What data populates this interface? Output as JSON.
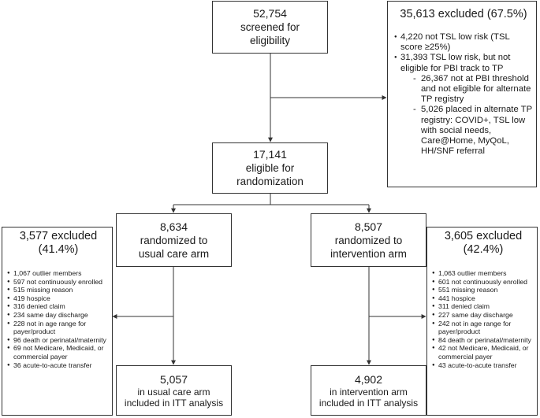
{
  "screened": {
    "count": "52,754",
    "label1": "screened for",
    "label2": "eligibility"
  },
  "excluded_top": {
    "title": "35,613 excluded (67.5%)",
    "items": [
      {
        "text": "4,220 not TSL low risk (TSL score ≥25%)",
        "sub": []
      },
      {
        "text": "31,393 TSL low risk, but not eligible for PBI track to TP",
        "sub": [
          "26,367 not at PBI threshold and not eligible for alternate TP registry",
          "5,026 placed in alternate TP registry: COVID+, TSL low with social needs, Care@Home, MyQoL, HH/SNF referral"
        ]
      }
    ]
  },
  "eligible": {
    "count": "17,141",
    "label1": "eligible for",
    "label2": "randomization"
  },
  "usual": {
    "count": "8,634",
    "label1": "randomized to",
    "label2": "usual care arm"
  },
  "intervention": {
    "count": "8,507",
    "label1": "randomized to",
    "label2": "intervention arm"
  },
  "excluded_left": {
    "title": "3,577 excluded\n(41.4%)",
    "items": [
      "1,067 outlier members",
      "597 not continuously enrolled",
      "515 missing reason",
      "419 hospice",
      "316 denied claim",
      "234 same day discharge",
      "228 not in age range for payer/product",
      "96 death or perinatal/maternity",
      "69 not Medicare, Medicaid, or commercial payer",
      "36 acute-to-acute transfer"
    ]
  },
  "excluded_right": {
    "title": "3,605 excluded\n(42.4%)",
    "items": [
      "1,063 outlier members",
      "601 not continuously enrolled",
      "551 missing reason",
      "441 hospice",
      "311 denied claim",
      "227 same day discharge",
      "242 not in age range for payer/product",
      "84 death or perinatal/maternity",
      "42 not Medicare, Medicaid, or commercial payer",
      "43 acute-to-acute transfer"
    ]
  },
  "itt_usual": {
    "count": "5,057",
    "label1": "in usual care arm",
    "label2": "included in ITT analysis"
  },
  "itt_intervention": {
    "count": "4,902",
    "label1": "in intervention arm",
    "label2": "included in ITT analysis"
  }
}
